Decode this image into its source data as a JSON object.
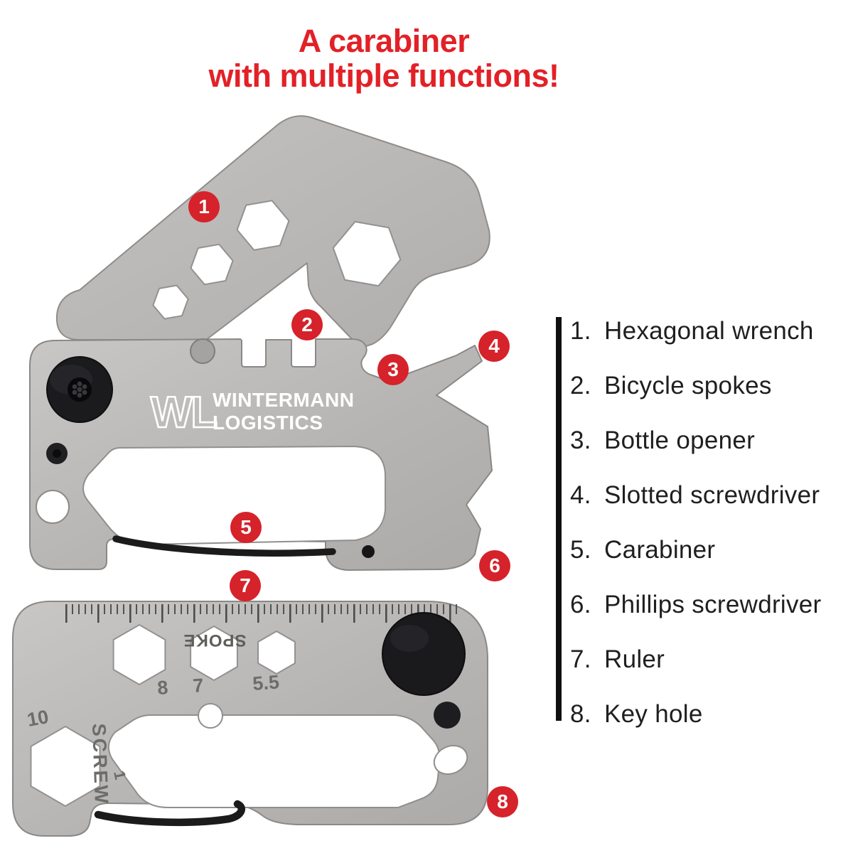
{
  "title": {
    "line1": "A carabiner",
    "line2": "with multiple functions!"
  },
  "colors": {
    "title_red": "#e22127",
    "badge_red": "#d6222a",
    "metal_gray": "#b7b5b3",
    "engraving_gray": "#6e6c69",
    "hardware_black": "#1b1b1e",
    "legend_text": "#1f1f1f"
  },
  "callouts": {
    "numbers": [
      "1",
      "2",
      "3",
      "4",
      "5",
      "6",
      "7",
      "8"
    ]
  },
  "legend": {
    "items": [
      {
        "num": "1.",
        "label": "Hexagonal wrench"
      },
      {
        "num": "2.",
        "label": "Bicycle spokes"
      },
      {
        "num": "3.",
        "label": "Bottle opener"
      },
      {
        "num": "4.",
        "label": "Slotted screwdriver"
      },
      {
        "num": "5.",
        "label": "Carabiner"
      },
      {
        "num": "6.",
        "label": "Phillips screwdriver"
      },
      {
        "num": "7.",
        "label": "Ruler"
      },
      {
        "num": "8.",
        "label": "Key hole"
      }
    ]
  },
  "upper_tool": {
    "brand": {
      "monogram": "WL",
      "name_line1": "WINTERMANN",
      "name_line2": "LOGISTICS"
    }
  },
  "lower_tool": {
    "hex_labels": [
      "8",
      "7",
      "5.5"
    ],
    "spoke_label": "SPOKE",
    "screw_label": "SCREW",
    "size_label_10": "10",
    "slot_label": "1"
  }
}
